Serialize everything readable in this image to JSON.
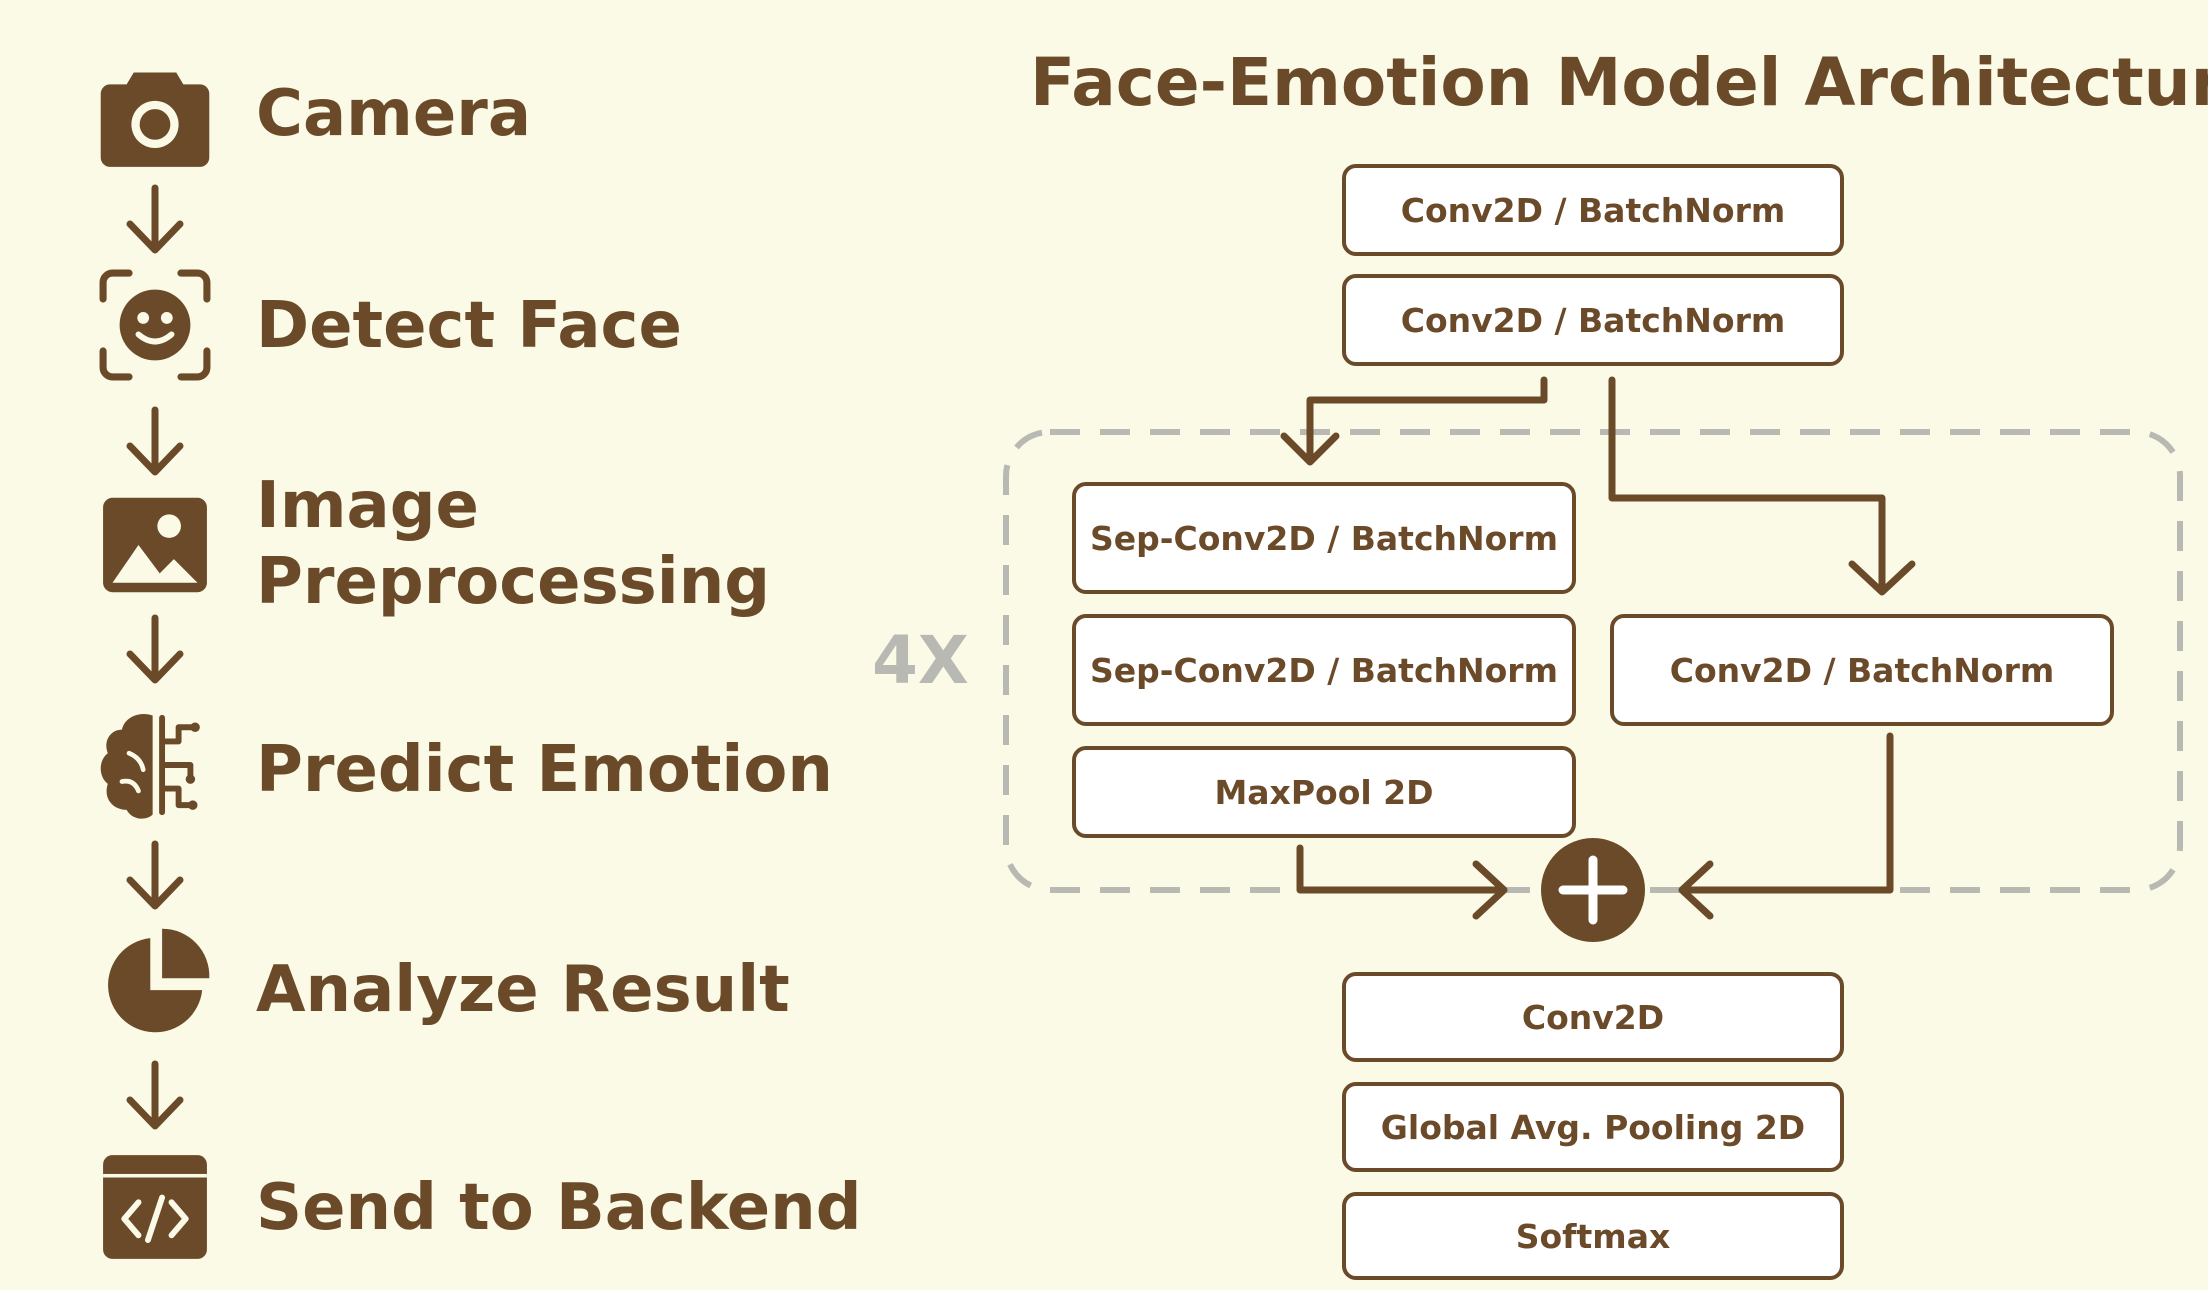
{
  "pipeline": {
    "steps": [
      {
        "label": "Camera",
        "icon": "camera-icon"
      },
      {
        "label": "Detect Face",
        "icon": "face-scan-icon"
      },
      {
        "label": "Image",
        "label2": "Preprocessing",
        "icon": "image-icon"
      },
      {
        "label": "Predict Emotion",
        "icon": "brain-icon"
      },
      {
        "label": "Analyze Result",
        "icon": "pie-chart-icon"
      },
      {
        "label": "Send to Backend",
        "icon": "code-window-icon"
      }
    ]
  },
  "architecture": {
    "title": "Face-Emotion Model Architecture",
    "repeat_label": "4X",
    "layers": {
      "conv1": "Conv2D / BatchNorm",
      "conv2": "Conv2D / BatchNorm",
      "sep1": "Sep-Conv2D / BatchNorm",
      "sep2": "Sep-Conv2D / BatchNorm",
      "maxpool": "MaxPool 2D",
      "residual_conv": "Conv2D / BatchNorm",
      "conv_out": "Conv2D",
      "gap": "Global Avg. Pooling 2D",
      "softmax": "Softmax"
    },
    "add_icon": "plus-icon"
  },
  "colors": {
    "background": "#fafae6",
    "primary": "#6b4a2a",
    "dashed_border": "#b9b9b3",
    "box_fill": "#ffffff"
  }
}
